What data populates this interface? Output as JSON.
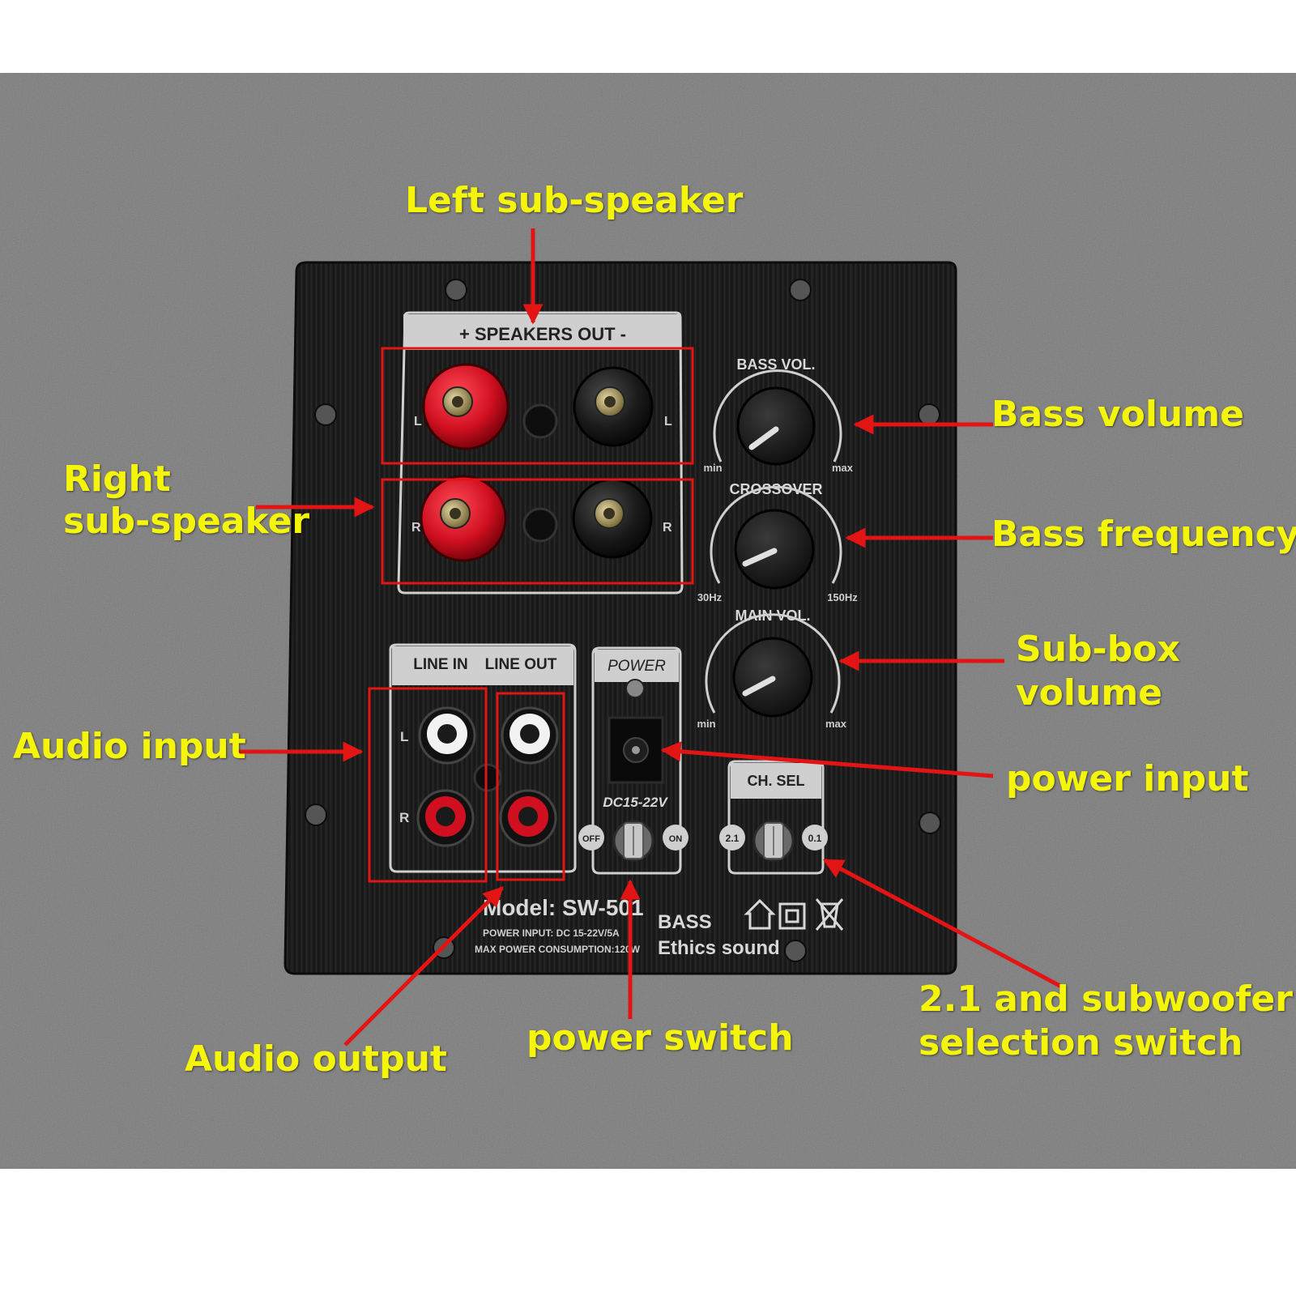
{
  "panel": {
    "speakers_out": "+ SPEAKERS OUT -",
    "left_channel": "L",
    "right_channel": "R",
    "bass_vol": "BASS VOL.",
    "crossover": "CROSSOVER",
    "main_vol": "MAIN VOL.",
    "min": "min",
    "max": "max",
    "freq_low": "30Hz",
    "freq_high": "150Hz",
    "line_in": "LINE IN",
    "line_out": "LINE OUT",
    "power": "POWER",
    "dc_rating": "DC15-22V",
    "off": "OFF",
    "on": "ON",
    "ch_sel": "CH. SEL",
    "mode_21": "2.1",
    "mode_01": "0.1",
    "model": "Model:  SW-501",
    "power_input_spec": "POWER INPUT:  DC 15-22V/5A",
    "max_power_spec": "MAX POWER CONSUMPTION:120W",
    "bass": "BASS",
    "ethics_sound": "Ethics sound"
  },
  "callouts": {
    "left_sub_speaker": "Left sub-speaker",
    "right_sub_speaker_line1": "Right",
    "right_sub_speaker_line2": "sub-speaker",
    "bass_volume": "Bass volume",
    "bass_frequency": "Bass frequency",
    "sub_box_volume_line1": "Sub-box",
    "sub_box_volume_line2": "volume",
    "audio_input": "Audio input",
    "power_input": "power input",
    "audio_output": "Audio output",
    "power_switch": "power switch",
    "selection_switch_line1": "2.1 and subwoofer",
    "selection_switch_line2": "selection switch"
  },
  "colors": {
    "callout_text": "#f5f50a",
    "arrow": "#e31414",
    "panel": "#1c1c1c",
    "background": "#7b7b7b",
    "red_terminal": "#d01020"
  }
}
